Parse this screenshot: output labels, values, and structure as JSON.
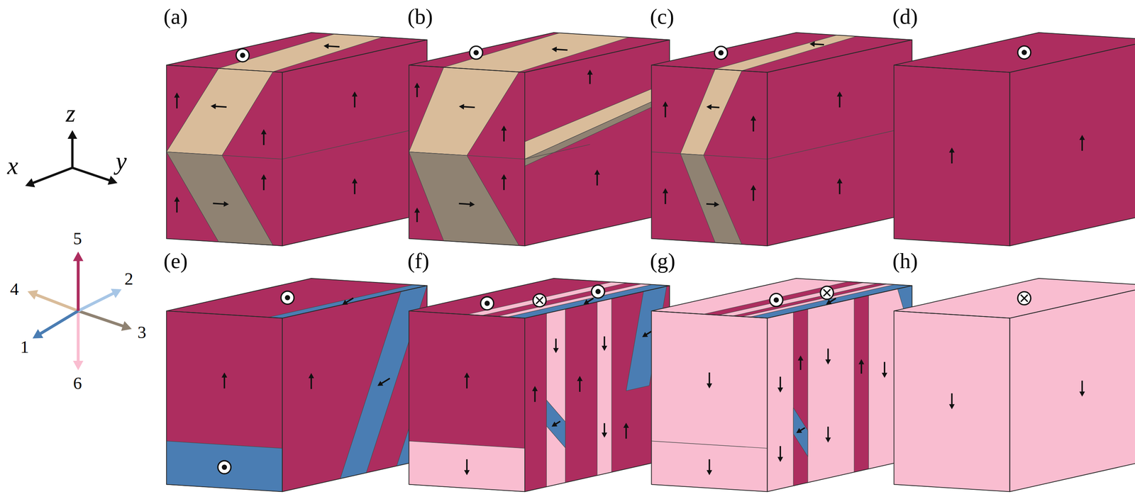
{
  "diagram": {
    "labels": [
      "(a)",
      "(b)",
      "(c)",
      "(d)",
      "z",
      "x",
      "y",
      "5",
      "2",
      "4",
      "1",
      "3",
      "6",
      "(e)",
      "(f)",
      "(g)",
      "(h)"
    ]
  }
}
